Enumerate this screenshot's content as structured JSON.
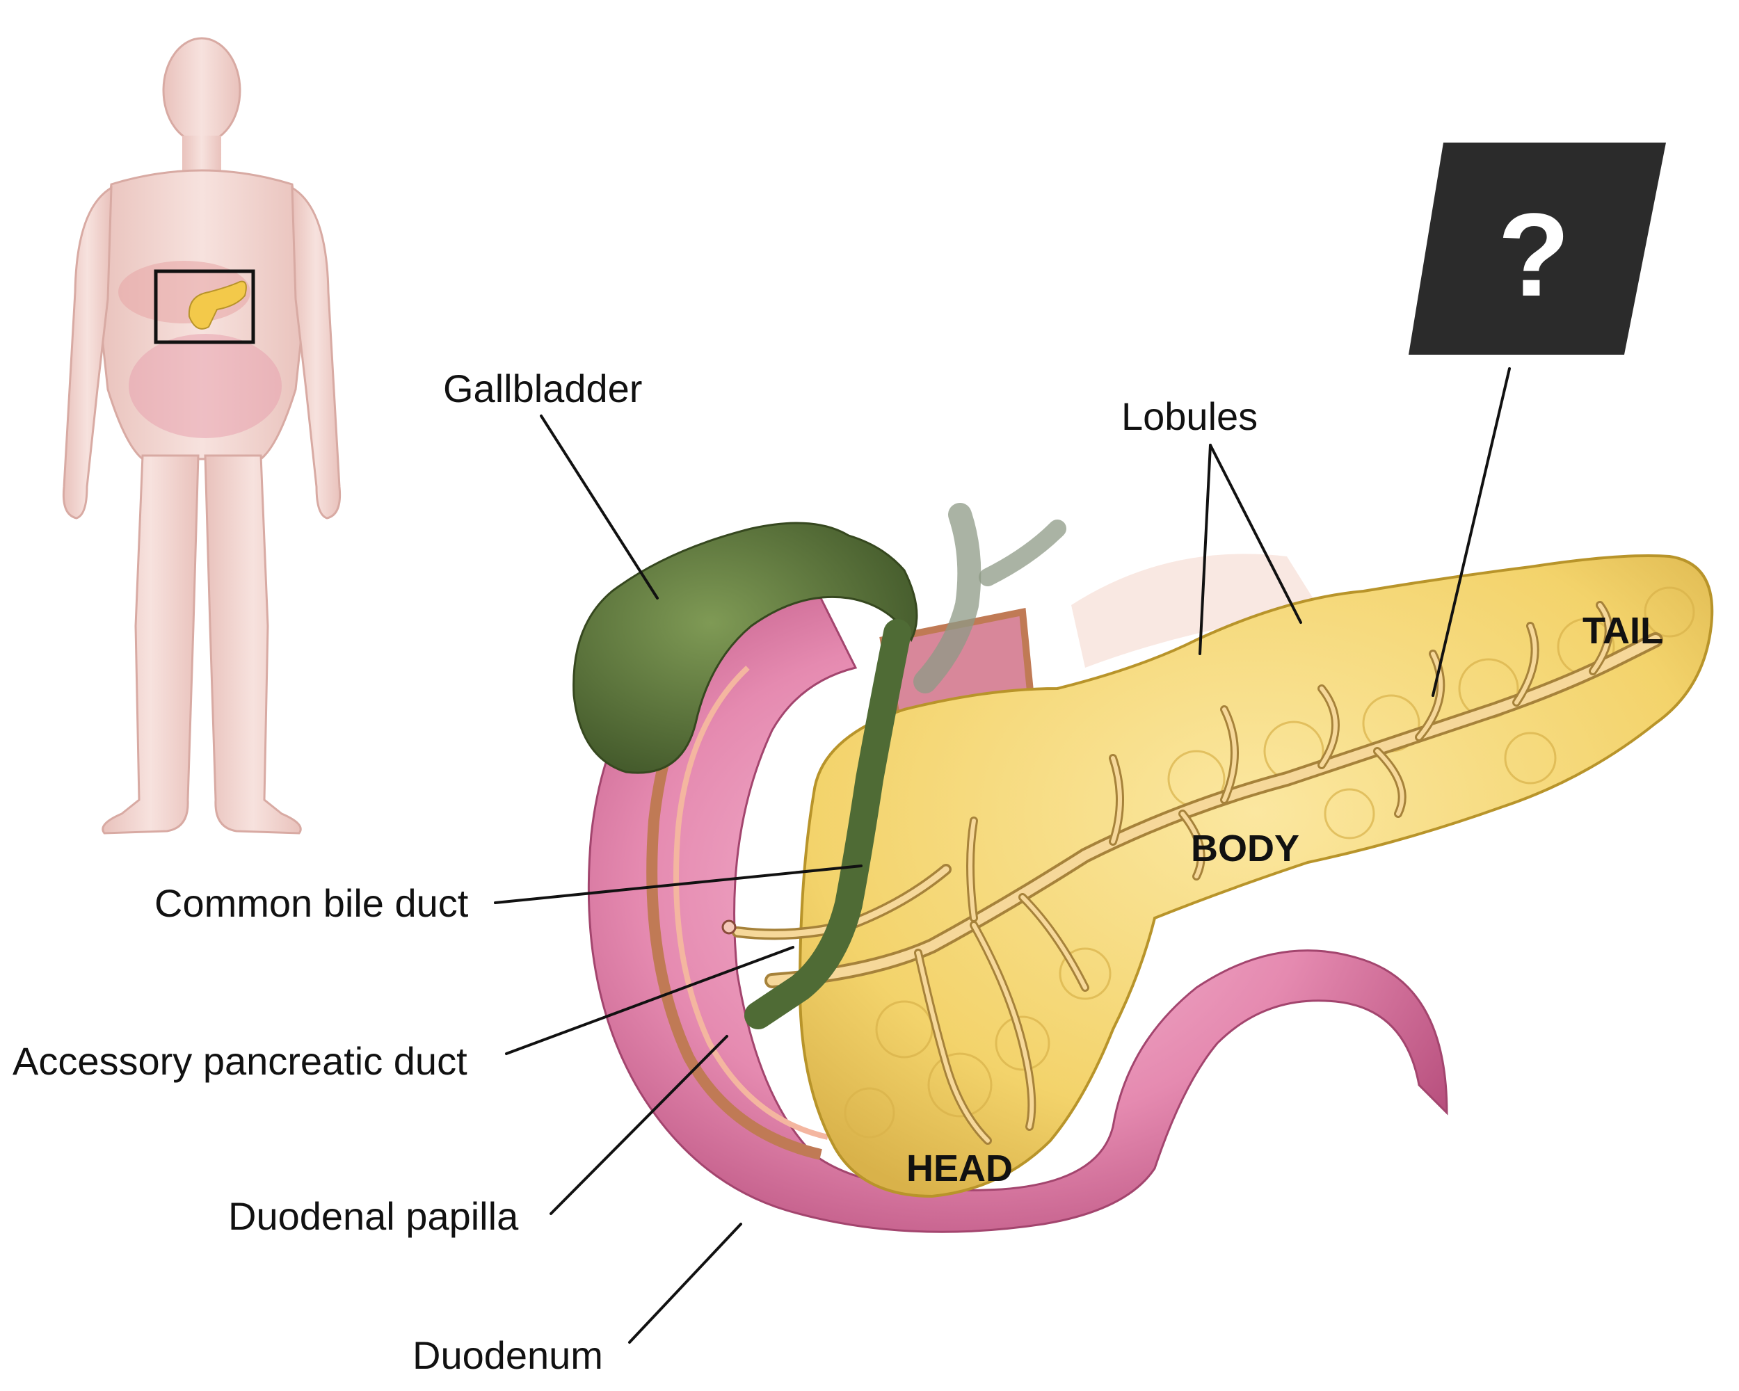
{
  "labels": {
    "gallbladder": "Gallbladder",
    "lobules": "Lobules",
    "common_bile_duct": "Common bile duct",
    "accessory_pancreatic_duct": "Accessory pancreatic duct",
    "duodenal_papilla": "Duodenal papilla",
    "duodenum": "Duodenum"
  },
  "regions": {
    "head": "HEAD",
    "body": "BODY",
    "tail": "TAIL"
  },
  "unknown_label": "?",
  "colors": {
    "pancreas": "#f3d36b",
    "pancreas_outline": "#b8942a",
    "duodenum": "#e58ab0",
    "duodenum_dark": "#b8507e",
    "gallbladder": "#5f7a3c",
    "bile_duct": "#4f6b35",
    "duct_fill": "#f6d89a",
    "duct_outline": "#a6823a",
    "body_skin": "#f3d3cf",
    "question_box": "#2b2b2b"
  }
}
